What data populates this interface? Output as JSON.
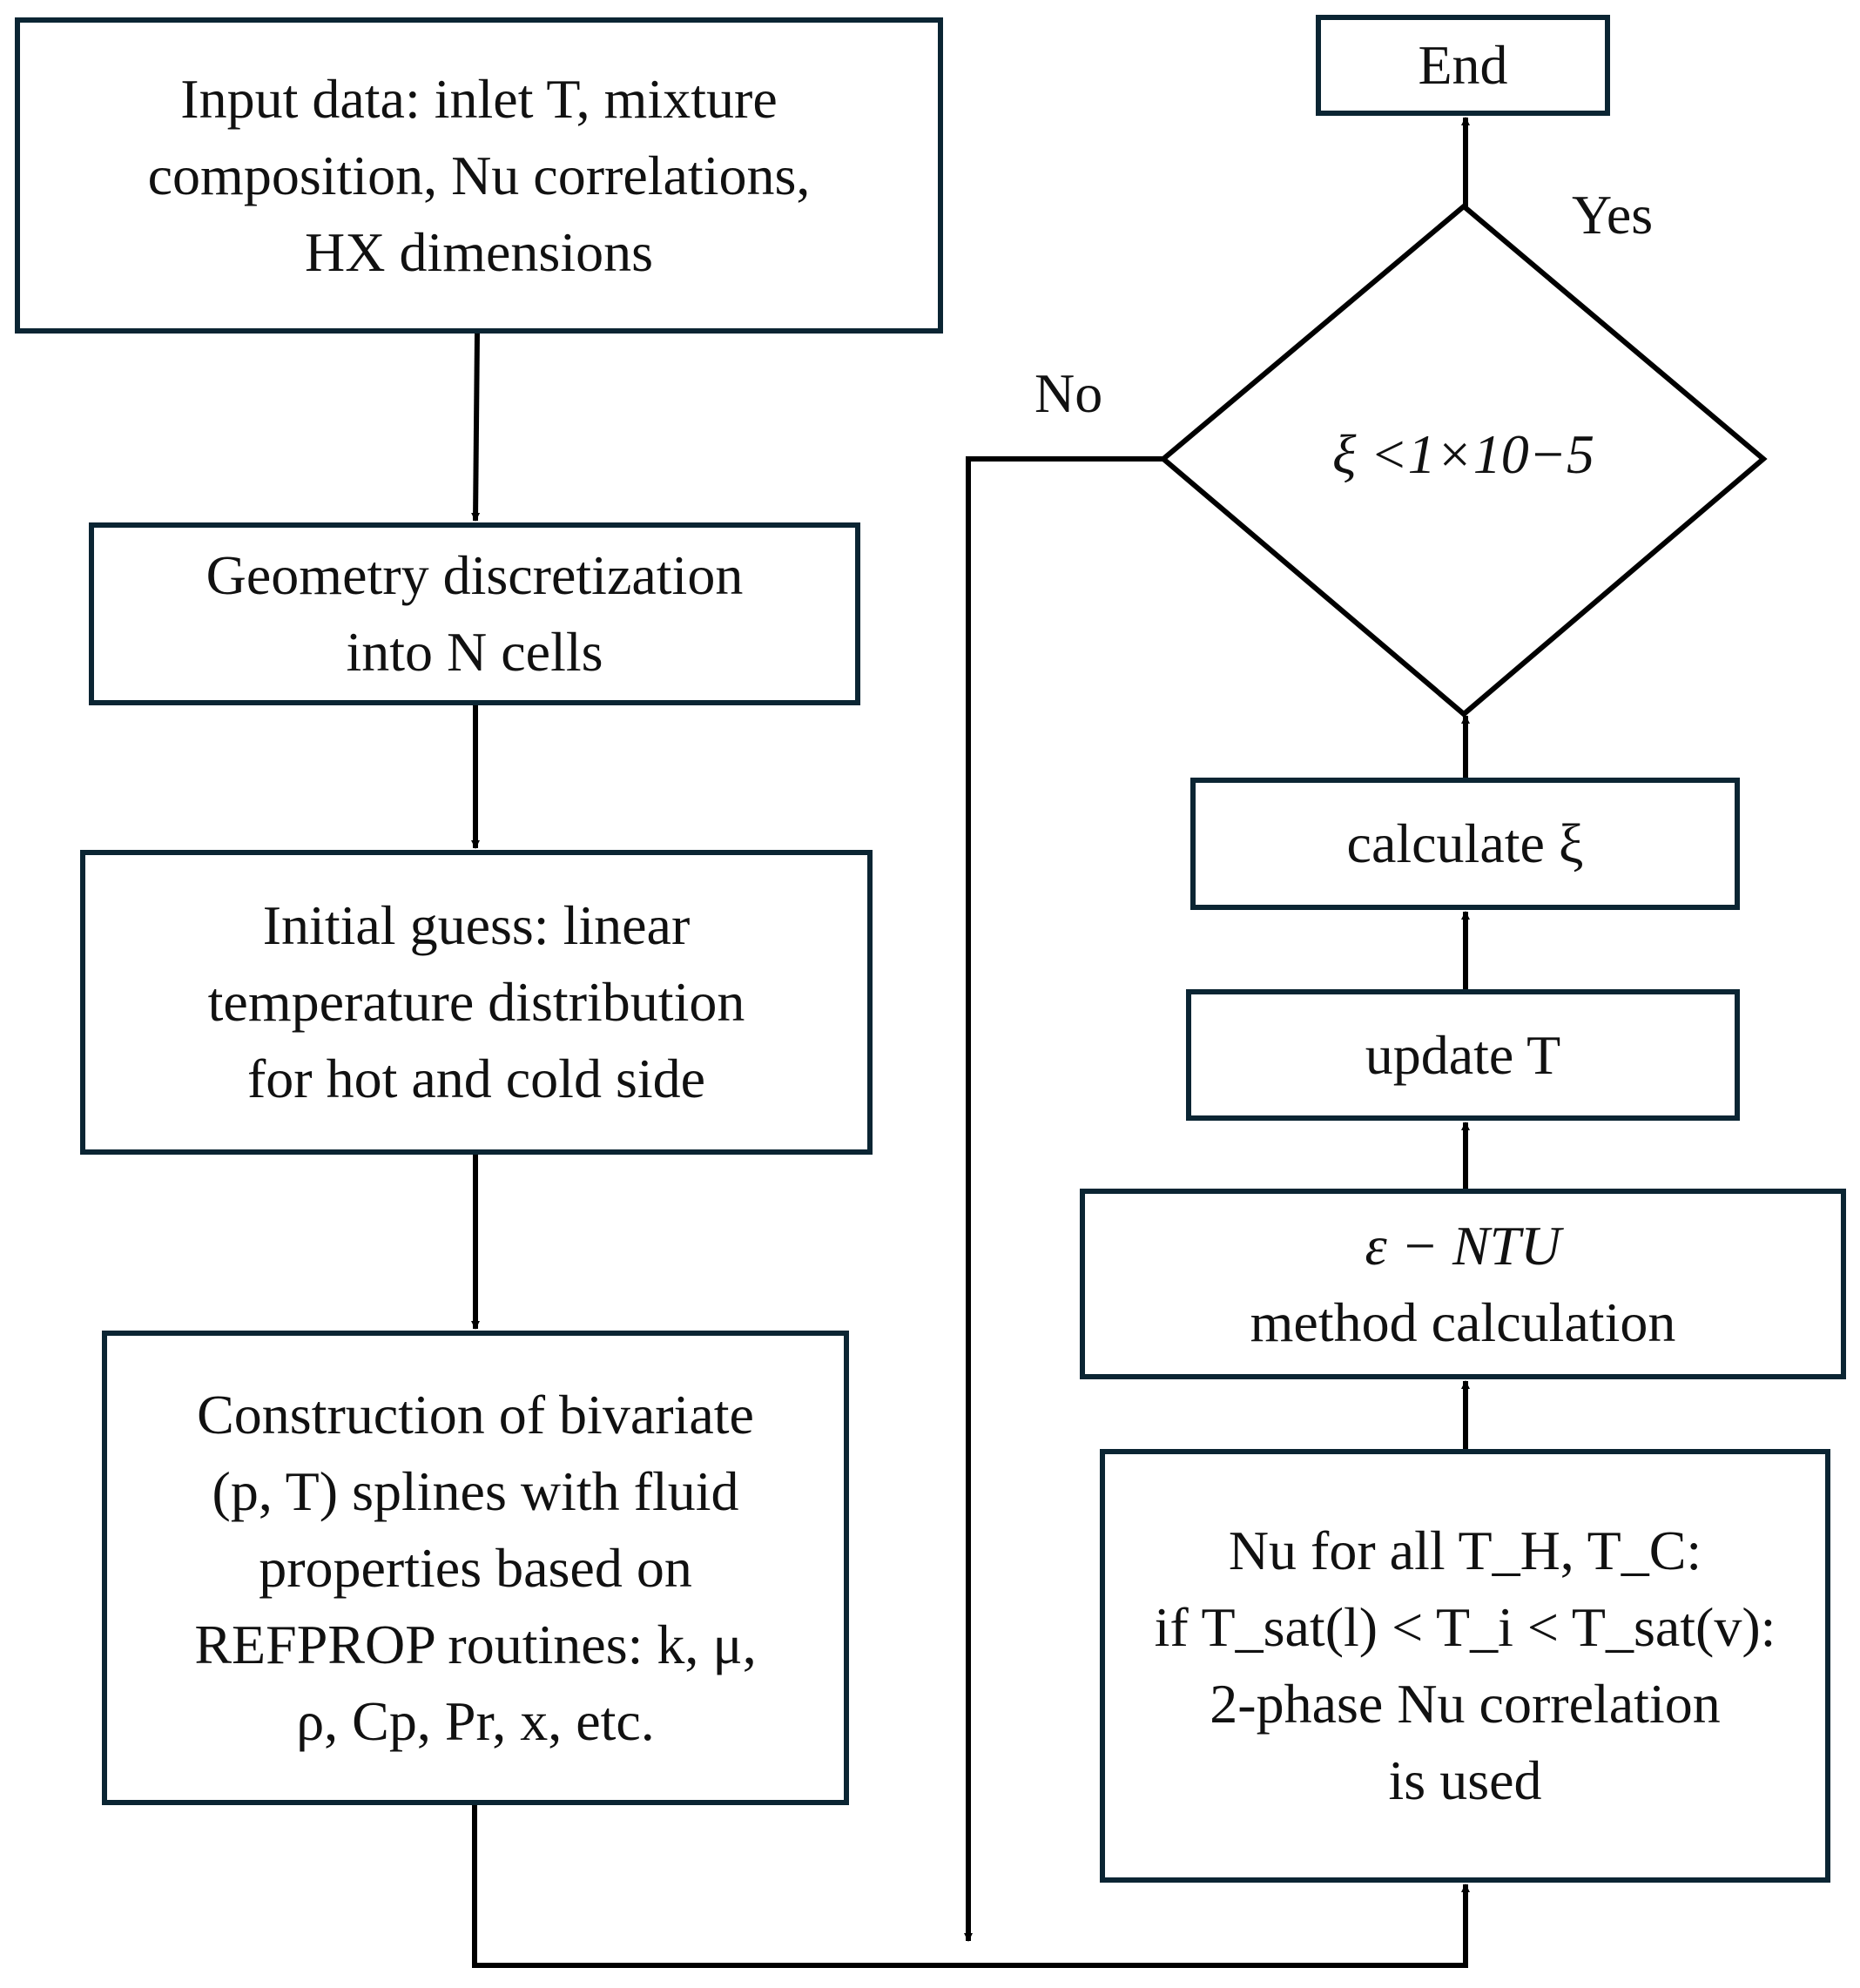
{
  "colors": {
    "box_border": "#0b2533",
    "arrow": "#000000",
    "text": "#111111"
  },
  "nodes": {
    "input": {
      "lines": [
        "Input data: inlet T, mixture",
        "composition, Nu correlations,",
        "HX dimensions"
      ]
    },
    "geometry": {
      "lines": [
        "Geometry discretization",
        "into N cells"
      ]
    },
    "initial": {
      "lines": [
        "Initial guess: linear",
        "temperature distribution",
        "for hot and cold side"
      ]
    },
    "construction": {
      "lines": [
        "Construction of bivariate",
        "(p, T) splines with fluid",
        "properties based on",
        "REFPROP routines: k, μ,",
        "ρ, Cp, Pr, x, etc."
      ]
    },
    "nu": {
      "line1": "Nu for all T_H, T_C:",
      "line2": "if T_sat(l) < T_i < T_sat(v):",
      "line3": "2-phase Nu correlation",
      "line4": "is used"
    },
    "entu": {
      "line1": "ε − NTU",
      "line2": "method calculation"
    },
    "update": {
      "label": "update T"
    },
    "calculate": {
      "label": "calculate ξ"
    },
    "decision": {
      "label": "ξ <1×10−5"
    },
    "end": {
      "label": "End"
    }
  },
  "edge_labels": {
    "yes": "Yes",
    "no": "No"
  }
}
